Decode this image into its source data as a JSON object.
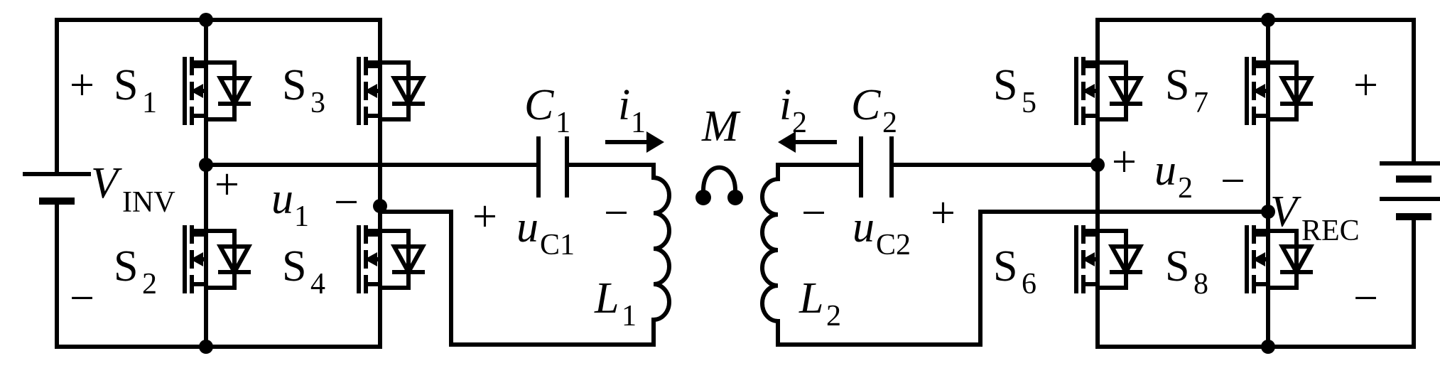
{
  "switches": {
    "s1": {
      "main": "S",
      "sub": "1"
    },
    "s2": {
      "main": "S",
      "sub": "2"
    },
    "s3": {
      "main": "S",
      "sub": "3"
    },
    "s4": {
      "main": "S",
      "sub": "4"
    },
    "s5": {
      "main": "S",
      "sub": "5"
    },
    "s6": {
      "main": "S",
      "sub": "6"
    },
    "s7": {
      "main": "S",
      "sub": "7"
    },
    "s8": {
      "main": "S",
      "sub": "8"
    }
  },
  "sources": {
    "inv": {
      "main": "V",
      "sub": "INV",
      "plus": "+",
      "minus": "−"
    },
    "rec": {
      "main": "V",
      "sub": "REC",
      "plus": "+",
      "minus": "−"
    }
  },
  "capacitors": {
    "c1": {
      "main": "C",
      "sub": "1",
      "volt_main": "u",
      "volt_sub": "C1",
      "plus": "+",
      "minus": "−"
    },
    "c2": {
      "main": "C",
      "sub": "2",
      "volt_main": "u",
      "volt_sub": "C2",
      "plus": "+",
      "minus": "−"
    }
  },
  "inductors": {
    "l1": {
      "main": "L",
      "sub": "1"
    },
    "l2": {
      "main": "L",
      "sub": "2"
    }
  },
  "currents": {
    "i1": {
      "main": "i",
      "sub": "1"
    },
    "i2": {
      "main": "i",
      "sub": "2"
    }
  },
  "mutual": {
    "label": "M"
  },
  "voltages": {
    "u1": {
      "main": "u",
      "sub": "1",
      "plus": "+",
      "minus": "−"
    },
    "u2": {
      "main": "u",
      "sub": "2",
      "plus": "+",
      "minus": "−"
    }
  }
}
